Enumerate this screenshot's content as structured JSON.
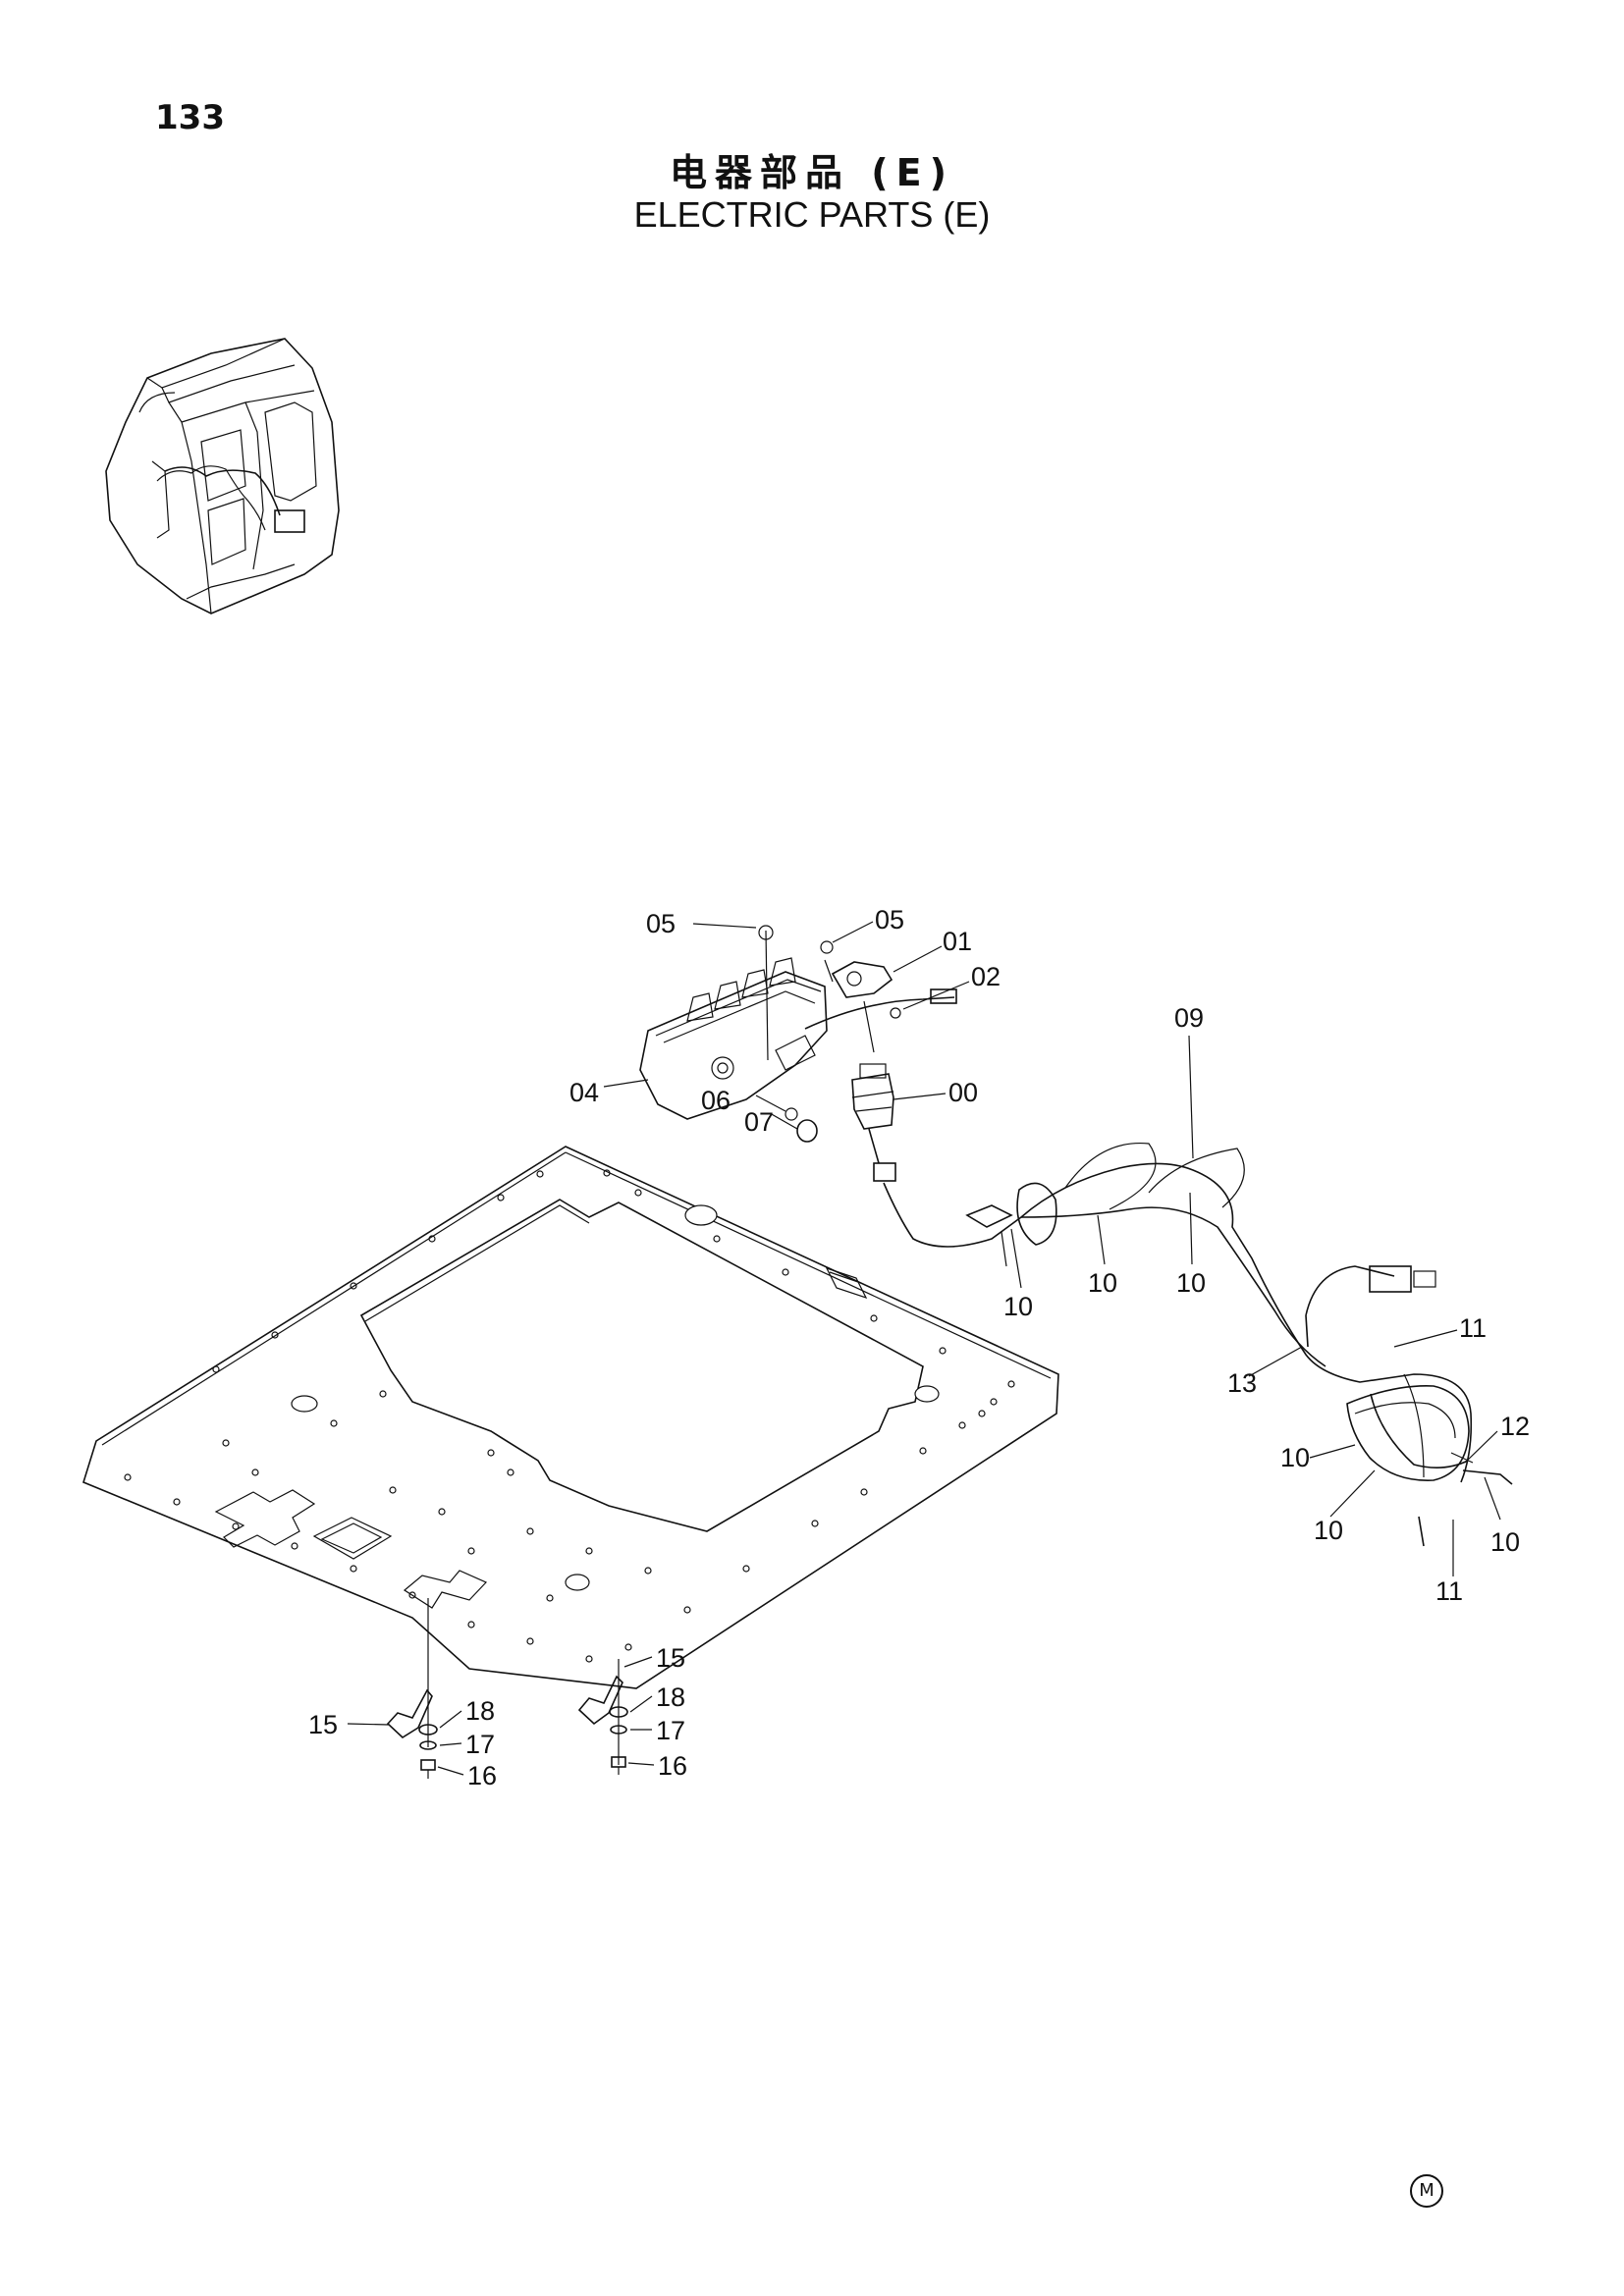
{
  "header": {
    "page_number": "133",
    "title_cn": "电器部品 (E)",
    "title_en": "ELECTRIC PARTS (E)"
  },
  "footer": {
    "marker": "M"
  },
  "callouts": [
    {
      "id": "c-05a",
      "label": "05"
    },
    {
      "id": "c-05b",
      "label": "05"
    },
    {
      "id": "c-01",
      "label": "01"
    },
    {
      "id": "c-02",
      "label": "02"
    },
    {
      "id": "c-09",
      "label": "09"
    },
    {
      "id": "c-04",
      "label": "04"
    },
    {
      "id": "c-00",
      "label": "00"
    },
    {
      "id": "c-06",
      "label": "06"
    },
    {
      "id": "c-07",
      "label": "07"
    },
    {
      "id": "c-10a",
      "label": "10"
    },
    {
      "id": "c-10b",
      "label": "10"
    },
    {
      "id": "c-10c",
      "label": "10"
    },
    {
      "id": "c-11a",
      "label": "11"
    },
    {
      "id": "c-13",
      "label": "13"
    },
    {
      "id": "c-12",
      "label": "12"
    },
    {
      "id": "c-10d",
      "label": "10"
    },
    {
      "id": "c-10e",
      "label": "10"
    },
    {
      "id": "c-10f",
      "label": "10"
    },
    {
      "id": "c-11b",
      "label": "11"
    },
    {
      "id": "c-15a",
      "label": "15"
    },
    {
      "id": "c-18a",
      "label": "18"
    },
    {
      "id": "c-17a",
      "label": "17"
    },
    {
      "id": "c-16a",
      "label": "16"
    },
    {
      "id": "c-15b",
      "label": "15"
    },
    {
      "id": "c-18b",
      "label": "18"
    },
    {
      "id": "c-17b",
      "label": "17"
    },
    {
      "id": "c-16b",
      "label": "16"
    }
  ]
}
